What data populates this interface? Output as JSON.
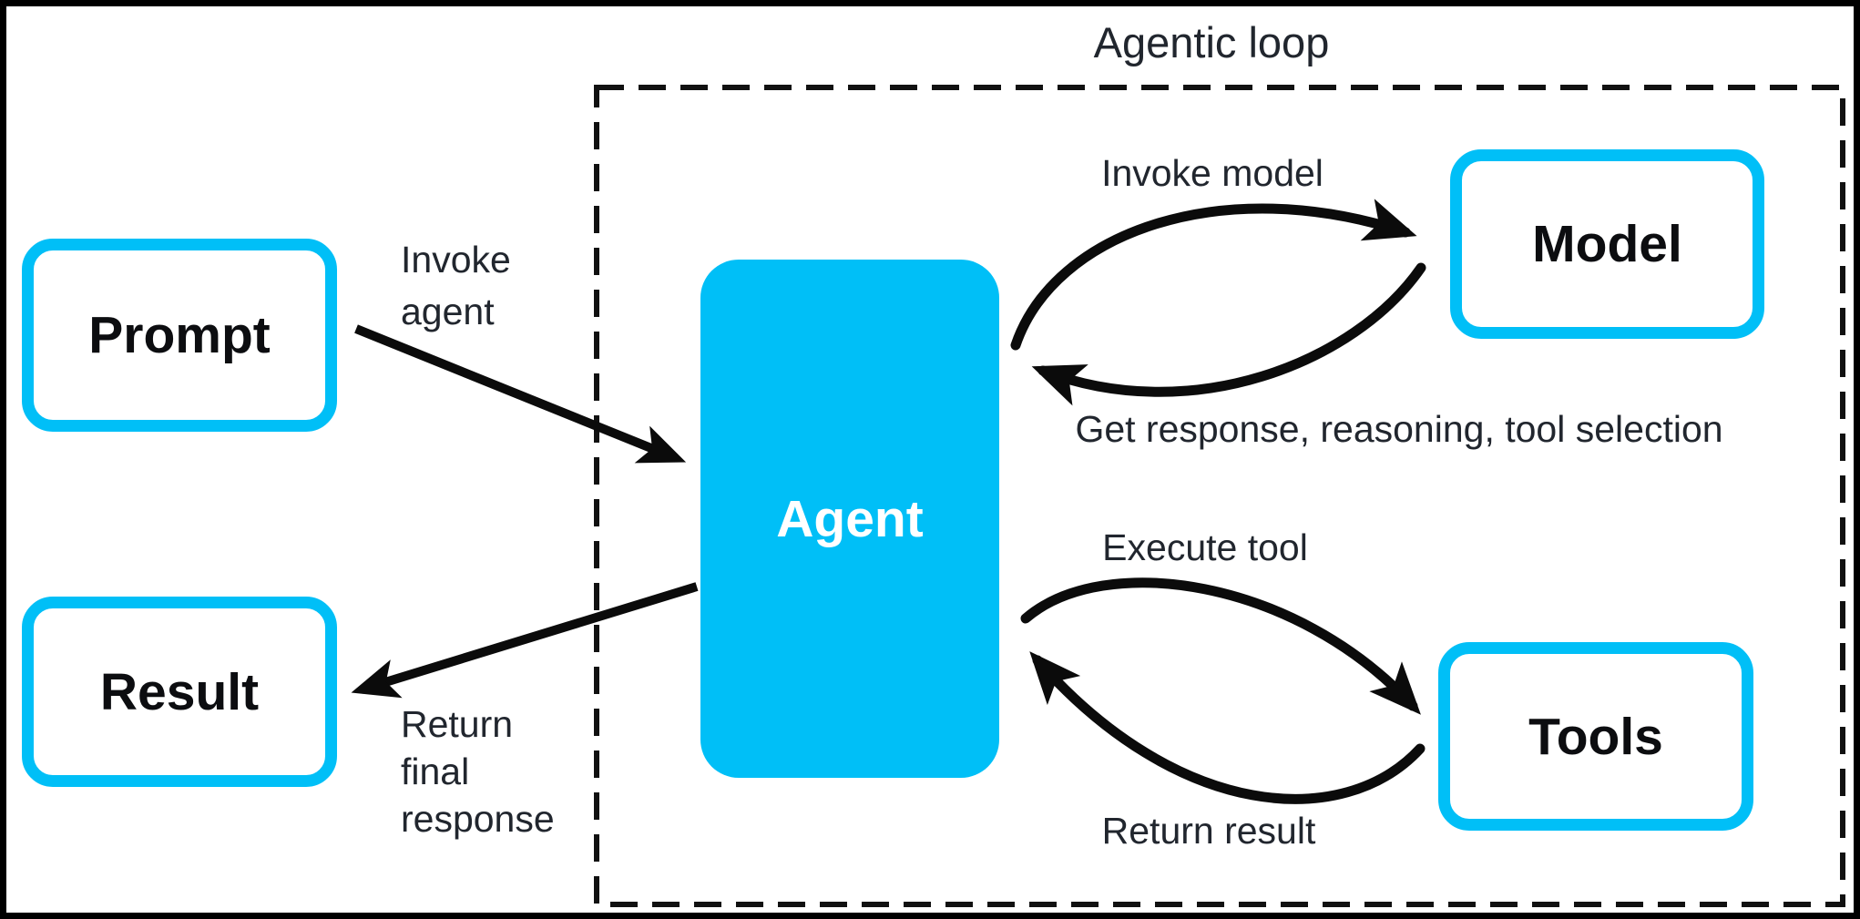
{
  "diagram": {
    "title": "Agentic loop",
    "nodes": {
      "prompt": "Prompt",
      "result": "Result",
      "agent": "Agent",
      "model": "Model",
      "tools": "Tools"
    },
    "edges": {
      "invoke_agent": "Invoke\nagent",
      "return_final_response": "Return\nfinal\nresponse",
      "invoke_model": "Invoke model",
      "get_response": "Get response, reasoning, tool selection",
      "execute_tool": "Execute tool",
      "return_result": "Return result"
    },
    "colors": {
      "accent_cyan": "#00bff7",
      "arrow_black": "#0b0b0b",
      "label_text": "#21262e"
    }
  }
}
